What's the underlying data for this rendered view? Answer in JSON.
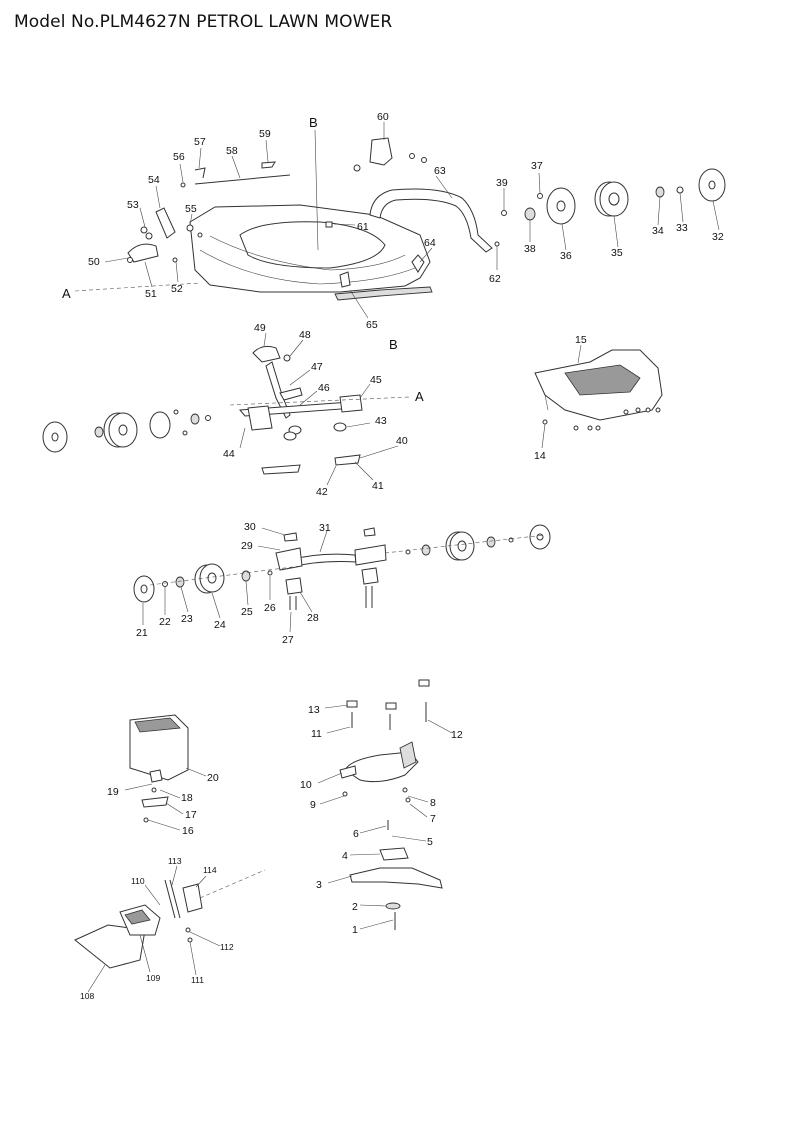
{
  "title": "Model No.PLM4627N PETROL LAWN MOWER",
  "section_markers": [
    "A",
    "B"
  ],
  "callouts": {
    "c1": "1",
    "c2": "2",
    "c3": "3",
    "c4": "4",
    "c5": "5",
    "c6": "6",
    "c7": "7",
    "c8": "8",
    "c9": "9",
    "c10": "10",
    "c11": "11",
    "c12": "12",
    "c13": "13",
    "c14": "14",
    "c15": "15",
    "c16": "16",
    "c17": "17",
    "c18": "18",
    "c19": "19",
    "c20": "20",
    "c21": "21",
    "c22": "22",
    "c23": "23",
    "c24": "24",
    "c25": "25",
    "c26": "26",
    "c27": "27",
    "c28": "28",
    "c29": "29",
    "c30": "30",
    "c31": "31",
    "c32": "32",
    "c33": "33",
    "c34": "34",
    "c35": "35",
    "c36": "36",
    "c37": "37",
    "c38": "38",
    "c39": "39",
    "c40": "40",
    "c41": "41",
    "c42": "42",
    "c43": "43",
    "c44": "44",
    "c45": "45",
    "c46": "46",
    "c47": "47",
    "c48": "48",
    "c49": "49",
    "c50": "50",
    "c51": "51",
    "c52": "52",
    "c53": "53",
    "c54": "54",
    "c55": "55",
    "c56": "56",
    "c57": "57",
    "c58": "58",
    "c59": "59",
    "c60": "60",
    "c61": "61",
    "c62": "62",
    "c63": "63",
    "c64": "64",
    "c65": "65",
    "c108": "108",
    "c109": "109",
    "c110": "110",
    "c111": "111",
    "c112": "112",
    "c113": "113",
    "c114": "114"
  }
}
